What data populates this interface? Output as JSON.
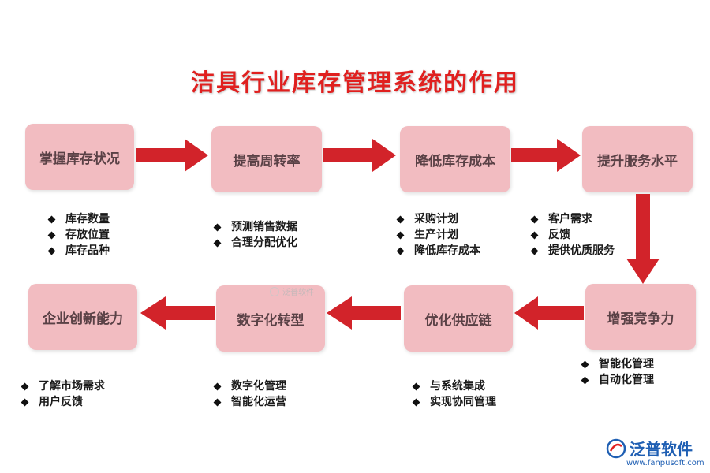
{
  "title": "洁具行业库存管理系统的作用",
  "nodes": [
    {
      "label": "掌握库存状况",
      "items": [
        "库存数量",
        "存放位置",
        "库存品种"
      ]
    },
    {
      "label": "提高周转率",
      "items": [
        "预测销售数据",
        "合理分配优化"
      ]
    },
    {
      "label": "降低库存成本",
      "items": [
        "采购计划",
        "生产计划",
        "降低库存成本"
      ]
    },
    {
      "label": "提升服务水平",
      "items": [
        "客户需求",
        "反馈",
        "提供优质服务"
      ]
    },
    {
      "label": "增强竞争力",
      "items": [
        "智能化管理",
        "自动化管理"
      ]
    },
    {
      "label": "优化供应链",
      "items": [
        "与系统集成",
        "实现协同管理"
      ]
    },
    {
      "label": "数字化转型",
      "items": [
        "数字化管理",
        "智能化运营"
      ]
    },
    {
      "label": "企业创新能力",
      "items": [
        "了解市场需求",
        "用户反馈"
      ]
    }
  ],
  "watermark": "泛普软件",
  "logo": {
    "name": "泛普软件",
    "url": "www.fanpusoft.com"
  },
  "colors": {
    "title": "#e0201f",
    "box": "#f2bcc1",
    "arrow": "#d2232a",
    "logo": "#1f5fb3"
  }
}
